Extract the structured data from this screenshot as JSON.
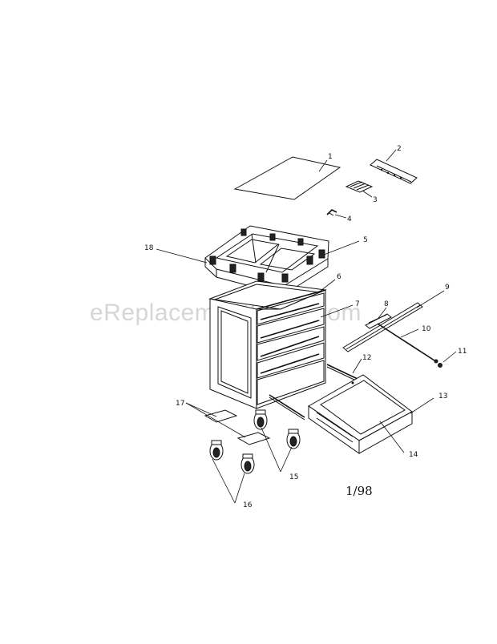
{
  "watermark": "eReplacementParts.com",
  "date_code": "1/98",
  "parts": [
    {
      "id": "part-1",
      "label": "1"
    },
    {
      "id": "part-2",
      "label": "2"
    },
    {
      "id": "part-3",
      "label": "3"
    },
    {
      "id": "part-4",
      "label": "4"
    },
    {
      "id": "part-5",
      "label": "5"
    },
    {
      "id": "part-6",
      "label": "6"
    },
    {
      "id": "part-7",
      "label": "7"
    },
    {
      "id": "part-8",
      "label": "8"
    },
    {
      "id": "part-9",
      "label": "9"
    },
    {
      "id": "part-10",
      "label": "10"
    },
    {
      "id": "part-11",
      "label": "11"
    },
    {
      "id": "part-12",
      "label": "12"
    },
    {
      "id": "part-13",
      "label": "13"
    },
    {
      "id": "part-14",
      "label": "14"
    },
    {
      "id": "part-15",
      "label": "15"
    },
    {
      "id": "part-16",
      "label": "16"
    },
    {
      "id": "part-17",
      "label": "17"
    },
    {
      "id": "part-18",
      "label": "18"
    }
  ]
}
